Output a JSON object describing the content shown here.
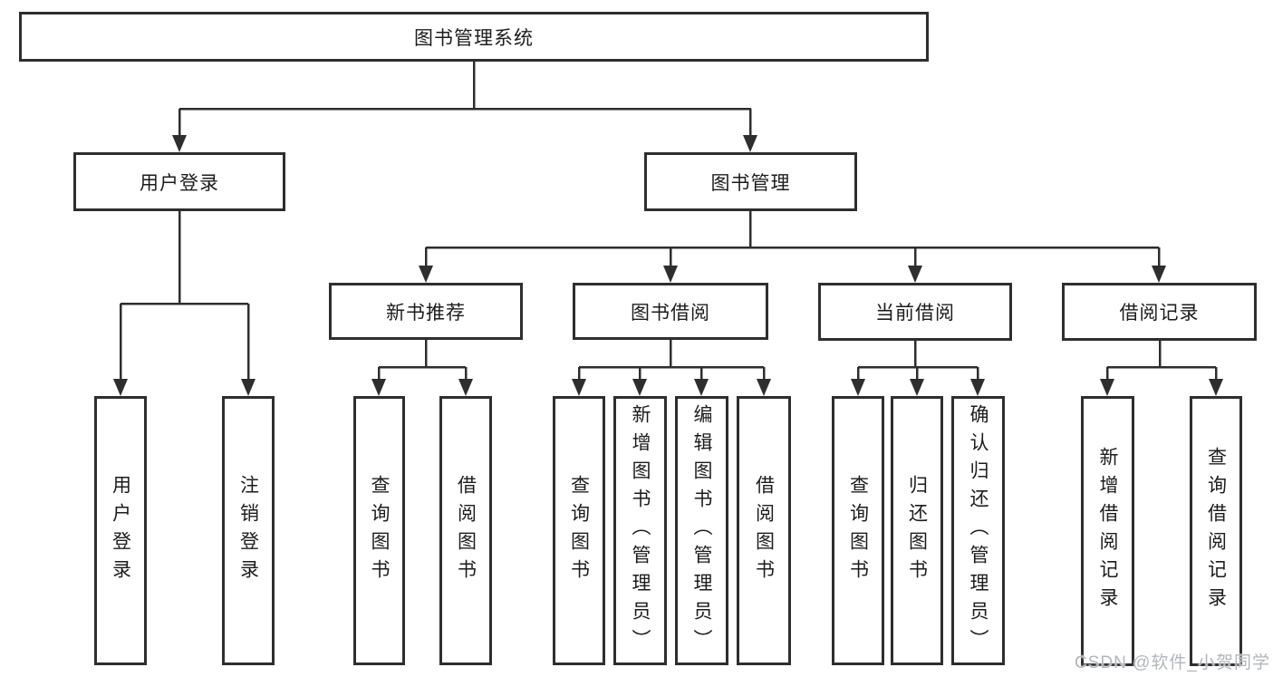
{
  "diagram": {
    "root": {
      "label": "图书管理系统"
    },
    "level1": [
      {
        "label": "用户登录"
      },
      {
        "label": "图书管理"
      }
    ],
    "level2": [
      {
        "label": "新书推荐",
        "parent": "图书管理"
      },
      {
        "label": "图书借阅",
        "parent": "图书管理"
      },
      {
        "label": "当前借阅",
        "parent": "图书管理"
      },
      {
        "label": "借阅记录",
        "parent": "图书管理"
      }
    ],
    "leaves": [
      {
        "label": "用户登录",
        "parent": "用户登录"
      },
      {
        "label": "注销登录",
        "parent": "用户登录"
      },
      {
        "label": "查询图书",
        "parent": "新书推荐"
      },
      {
        "label": "借阅图书",
        "parent": "新书推荐"
      },
      {
        "label": "查询图书",
        "parent": "图书借阅"
      },
      {
        "label": "新增图书（管理员）",
        "parent": "图书借阅"
      },
      {
        "label": "编辑图书（管理员）",
        "parent": "图书借阅"
      },
      {
        "label": "借阅图书",
        "parent": "图书借阅"
      },
      {
        "label": "查询图书",
        "parent": "当前借阅"
      },
      {
        "label": "归还图书",
        "parent": "当前借阅"
      },
      {
        "label": "确认归还（管理员）",
        "parent": "当前借阅"
      },
      {
        "label": "新增借阅记录",
        "parent": "借阅记录"
      },
      {
        "label": "查询借阅记录",
        "parent": "借阅记录"
      }
    ]
  },
  "watermark": "CSDN @软件_小贺同学",
  "colors": {
    "line": "#2e2e2e",
    "text": "#1c1c1c",
    "background": "#ffffff",
    "watermark": "#b2b6bc"
  }
}
